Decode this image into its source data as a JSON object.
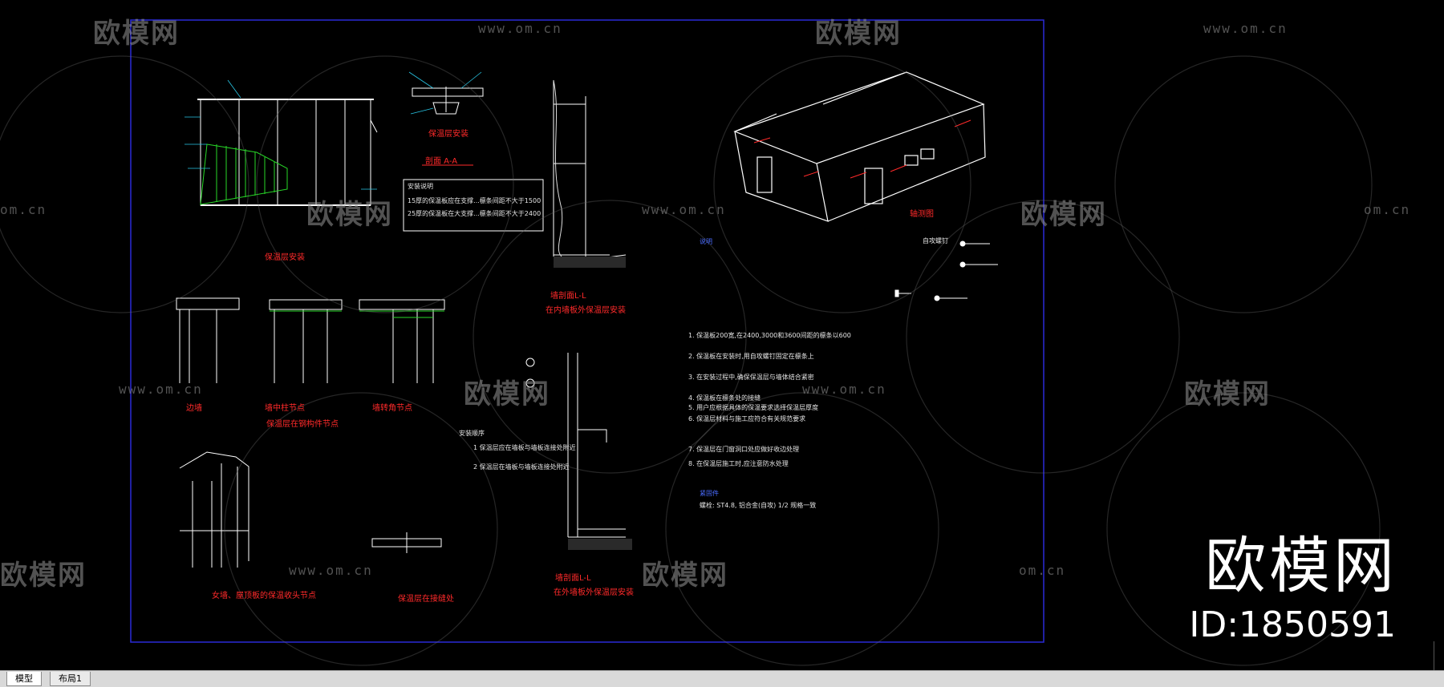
{
  "watermarks": {
    "brand_cn": "欧模网",
    "url": "www.om.cn",
    "partial_url": "om.cn",
    "partial_brand": "欧模网"
  },
  "brand": {
    "name": "欧模网",
    "id": "ID:1850591"
  },
  "drawing": {
    "titles": {
      "wall_panel_install": "保温层安装",
      "section_aa": "剖面 A-A",
      "section_ll_top": "墙剖面L-L",
      "section_ll_top_sub": "在内墙板外保温层安装",
      "three_nodes": "保温层在钢构件节点",
      "node_a": "边墙",
      "node_b": "墙中柱节点",
      "node_c": "墙转角节点",
      "roof_node": "女墙、屋顶板的保温收头节点",
      "roof_seam": "保温层在接缝处",
      "section_ll_bottom": "墙剖面L-L",
      "section_ll_bottom_sub": "在外墙板外保温层安装",
      "building_view": "轴测图"
    },
    "notes": {
      "install_box_title": "安装说明",
      "install_box_line1": "15厚的保温板应在支撑...檩条间距不大于1500",
      "install_box_line2": "25厚的保温板在大支撑...檩条间距不大于2400",
      "install_steps_title": "安装顺序",
      "install_steps_1": "1 保温层应在墙板与墙板连接处附近",
      "install_steps_2": "2 保温层在墙板与墙板连接处附近",
      "general_notes_title": "说明",
      "general_note_1": "1. 保温板200宽,在2400,3000和3600间距的檩条以600",
      "general_note_2": "2. 保温板在安装时,用自攻螺钉固定在檩条上",
      "general_note_3": "3. 在安装过程中,确保保温层与墙体结合紧密",
      "general_note_4": "4. 保温板在檩条处的接缝",
      "general_note_5": "5. 用户应根据具体的保温要求选择保温层厚度",
      "general_note_6": "6. 保温层材料与施工应符合有关规范要求",
      "general_note_7": "7. 保温层在门窗洞口处应做好收边处理",
      "general_note_8": "8. 在保温层施工时,应注意防水处理",
      "fastener_title": "紧固件",
      "fastener_line": "螺栓: ST4.8, 铝合金(自攻) 1/2 规格一致",
      "screw_label": "自攻螺钉"
    }
  },
  "tabs": [
    {
      "label": "模型",
      "active": true
    },
    {
      "label": "布局1",
      "active": false
    }
  ],
  "colors": {
    "background": "#000000",
    "frame_blue": "#2a2ad8",
    "line_white": "#ffffff",
    "accent_red": "#ff2a2a",
    "accent_green": "#28d828",
    "accent_cyan": "#29c7e6",
    "label_blue": "#4a6cff"
  }
}
